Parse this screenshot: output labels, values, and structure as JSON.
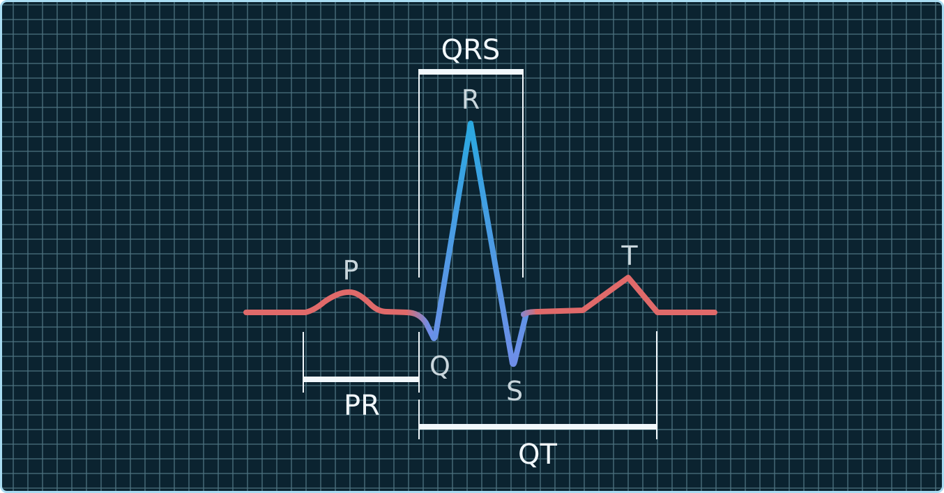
{
  "intervals": {
    "qrs": "QRS",
    "pr": "PR",
    "qt": "QT"
  },
  "waves": {
    "p": "P",
    "q": "Q",
    "r": "R",
    "s": "S",
    "t": "T"
  },
  "colors": {
    "background": "#0b2330",
    "grid": "#4d7380",
    "border": "#a9dcf2",
    "baseline_trace": "#e06a6a",
    "qrs_trace_top": "#2aa8e0",
    "qrs_trace_bottom": "#6f8ee8",
    "bracket": "#f2f8fc",
    "wave_label": "#c9d6dc"
  }
}
